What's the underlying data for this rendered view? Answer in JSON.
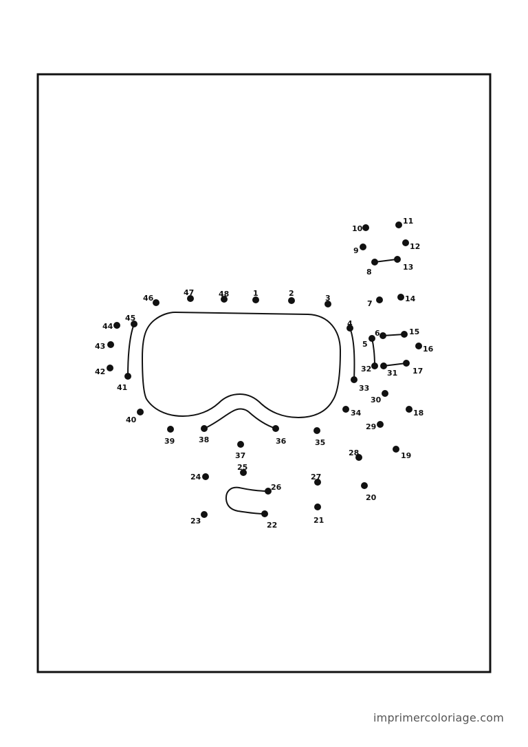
{
  "footer": {
    "site": "imprimercoloriage.com"
  },
  "colors": {
    "ink": "#111111",
    "footer": "#555555",
    "background": "#ffffff"
  },
  "dots": [
    {
      "n": "1"
    },
    {
      "n": "2"
    },
    {
      "n": "3"
    },
    {
      "n": "4"
    },
    {
      "n": "5"
    },
    {
      "n": "6"
    },
    {
      "n": "7"
    },
    {
      "n": "8"
    },
    {
      "n": "9"
    },
    {
      "n": "10"
    },
    {
      "n": "11"
    },
    {
      "n": "12"
    },
    {
      "n": "13"
    },
    {
      "n": "14"
    },
    {
      "n": "15"
    },
    {
      "n": "16"
    },
    {
      "n": "17"
    },
    {
      "n": "18"
    },
    {
      "n": "19"
    },
    {
      "n": "20"
    },
    {
      "n": "21"
    },
    {
      "n": "22"
    },
    {
      "n": "23"
    },
    {
      "n": "24"
    },
    {
      "n": "25"
    },
    {
      "n": "26"
    },
    {
      "n": "27"
    },
    {
      "n": "28"
    },
    {
      "n": "29"
    },
    {
      "n": "30"
    },
    {
      "n": "31"
    },
    {
      "n": "32"
    },
    {
      "n": "33"
    },
    {
      "n": "34"
    },
    {
      "n": "35"
    },
    {
      "n": "36"
    },
    {
      "n": "37"
    },
    {
      "n": "38"
    },
    {
      "n": "39"
    },
    {
      "n": "40"
    },
    {
      "n": "41"
    },
    {
      "n": "42"
    },
    {
      "n": "43"
    },
    {
      "n": "44"
    },
    {
      "n": "45"
    },
    {
      "n": "46"
    },
    {
      "n": "47"
    },
    {
      "n": "48"
    }
  ]
}
